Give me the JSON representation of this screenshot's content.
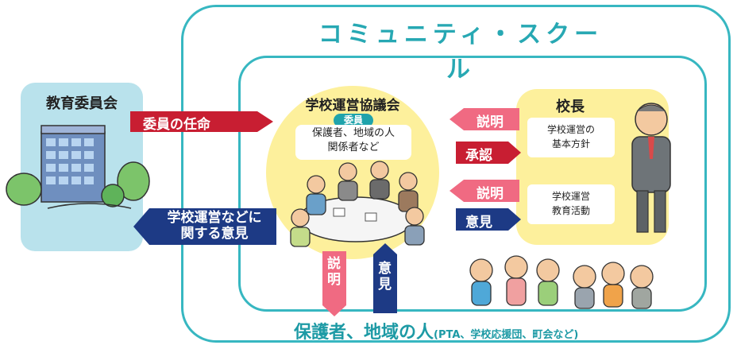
{
  "community_school": {
    "title": "コミュニティ・スクール"
  },
  "board": {
    "title": "教育委員会"
  },
  "council": {
    "title": "学校運営協議会",
    "badge": "委員",
    "members": "保護者、地域の人\n関係者など"
  },
  "principal": {
    "title": "校長",
    "box1": "学校運営の\n基本方針",
    "box2": "学校運営\n教育活動"
  },
  "arrows": {
    "appoint": "委員の任命",
    "opinion_to_board": "学校運営などに\n関する意見",
    "explain_top": "説明",
    "approve": "承認",
    "explain_mid": "説明",
    "opinion_to_principal": "意見",
    "explain_down": "説明",
    "opinion_up": "意見"
  },
  "community": {
    "title": "保護者、地域の人",
    "note": "(PTA、学校応援団、町会など)"
  },
  "colors": {
    "teal": "#37b7c1",
    "red": "#c81e32",
    "pink": "#f06a82",
    "navy": "#1d3a85",
    "yellow": "#fdf09c",
    "lightblue": "#b9e2ec"
  }
}
